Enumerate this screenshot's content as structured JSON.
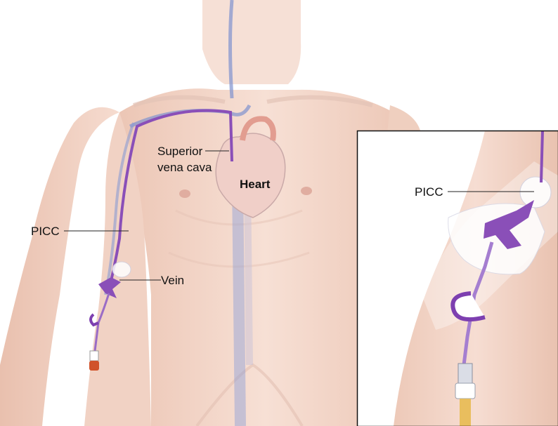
{
  "labels": {
    "superior_line1": "Superior",
    "superior_line2": "vena cava",
    "heart": "Heart",
    "picc_main": "PICC",
    "vein": "Vein",
    "picc_inset": "PICC"
  },
  "colors": {
    "skin": "#f3d6c8",
    "skin_shade": "#e8bfae",
    "vein_blue": "#6b7fc4",
    "catheter_purple": "#8a4fb8",
    "heart_red": "#e9a79a",
    "connector_gold": "#e6b84a"
  }
}
